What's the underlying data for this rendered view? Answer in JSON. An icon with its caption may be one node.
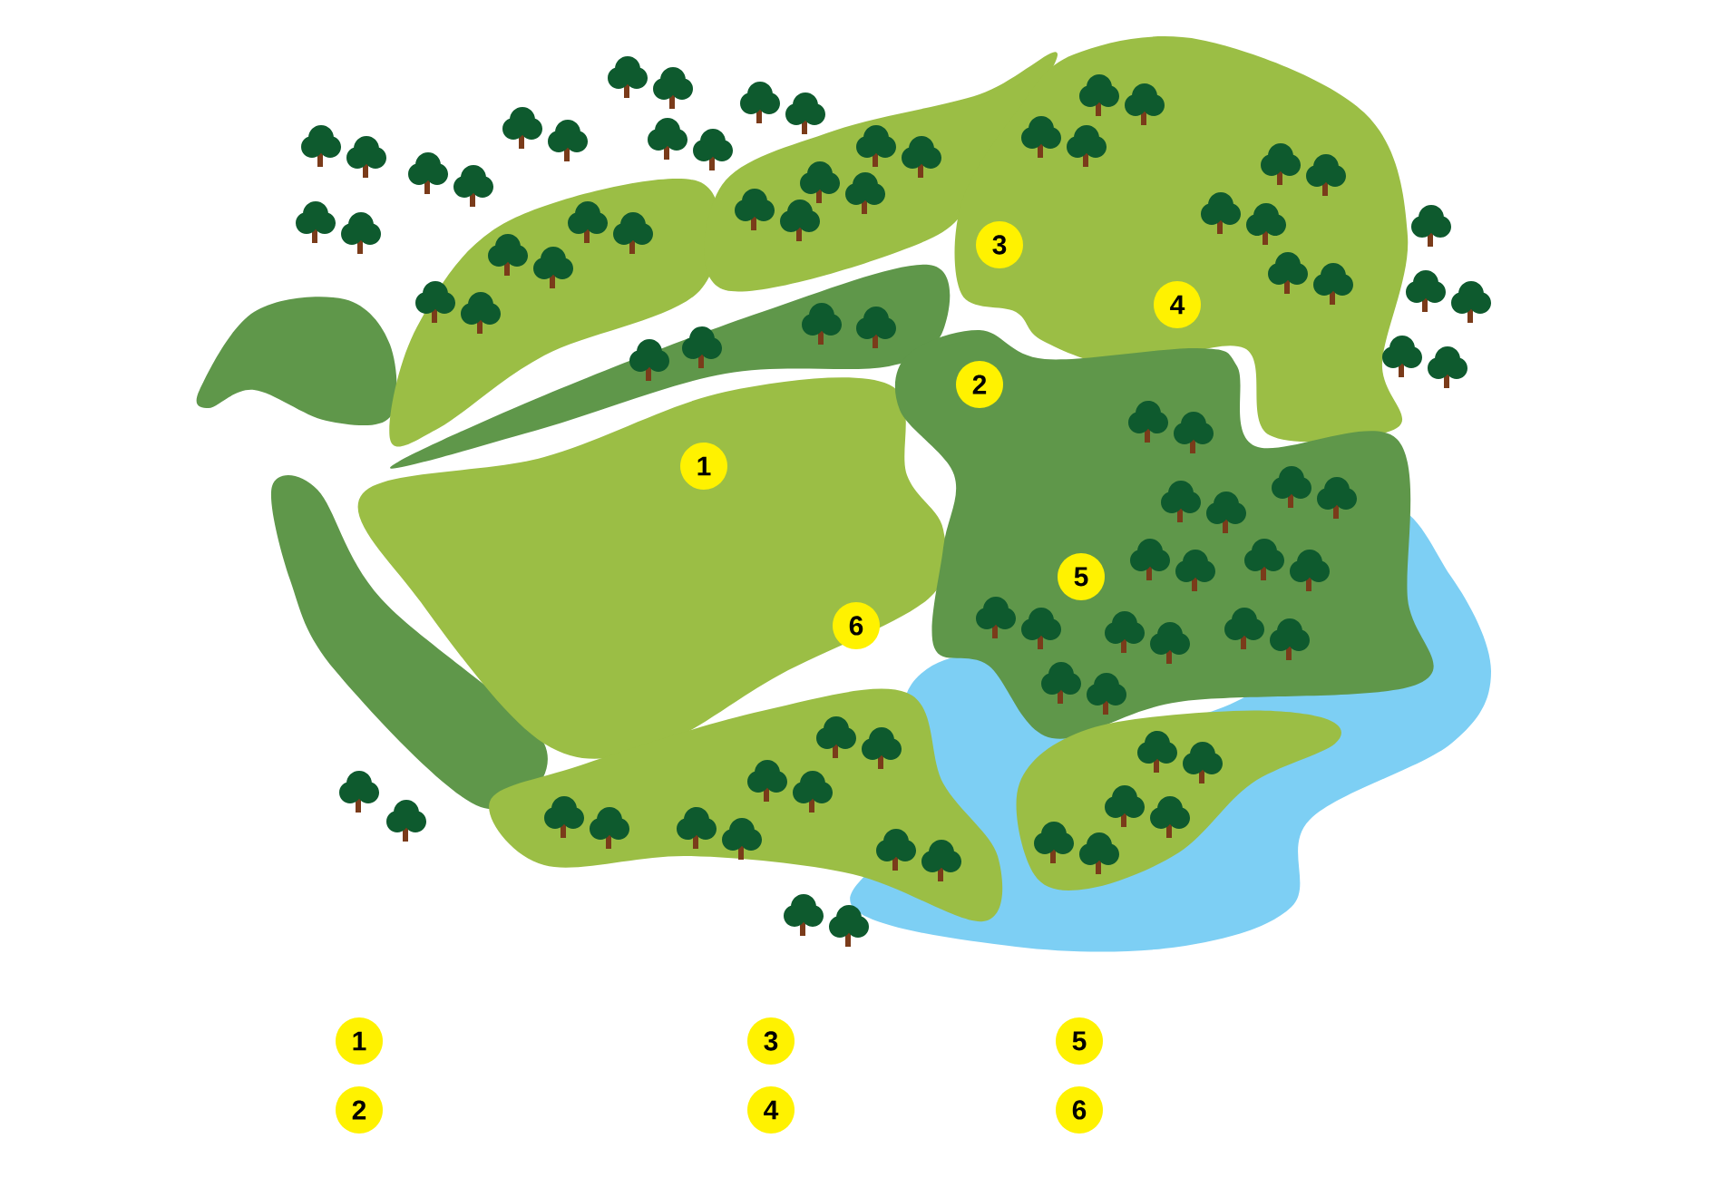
{
  "diagram": {
    "labels": [
      "1",
      "2",
      "3",
      "4",
      "5",
      "6",
      "1",
      "3",
      "5",
      "2",
      "4",
      "6"
    ]
  }
}
